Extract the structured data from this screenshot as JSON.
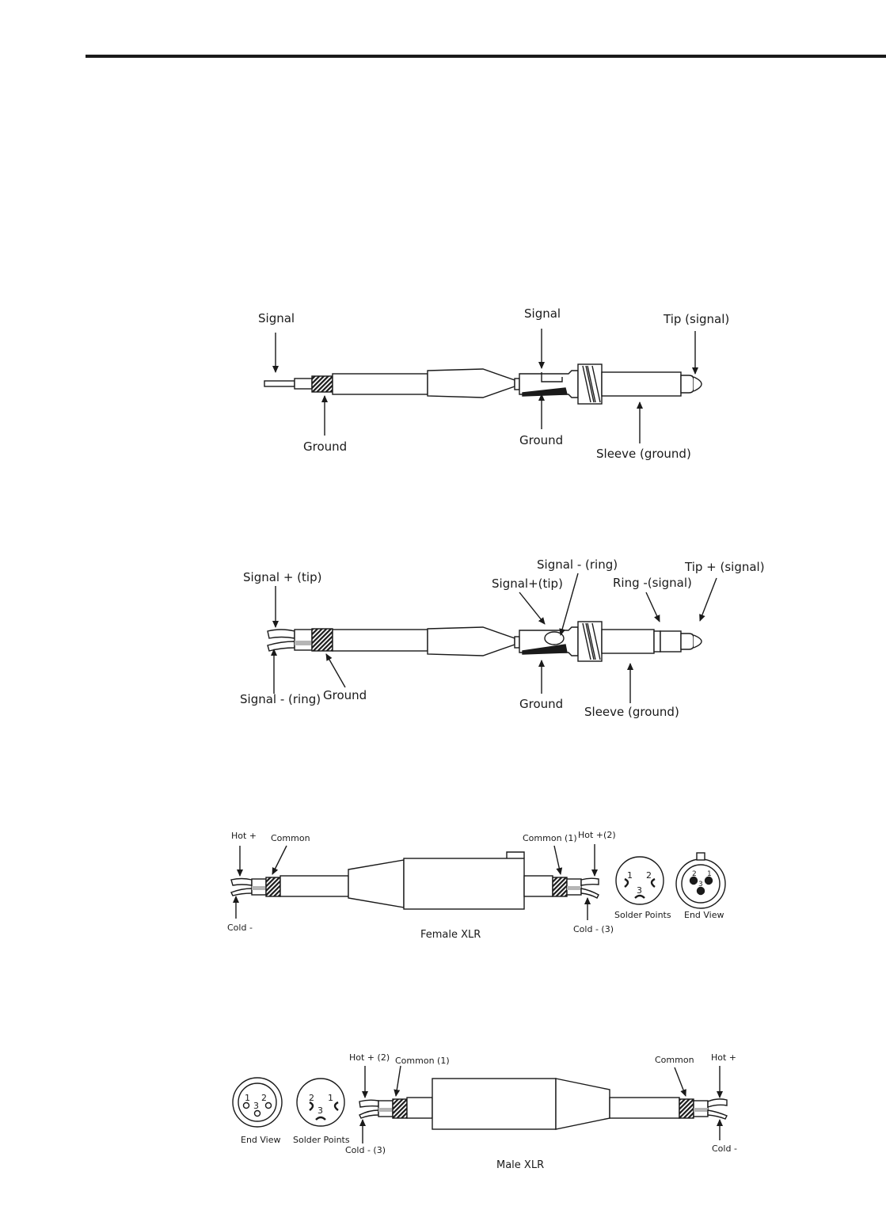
{
  "colors": {
    "ink": "#1a1a1a",
    "paper": "#ffffff"
  },
  "mono_jack": {
    "signal_wire": "Signal",
    "signal_lug": "Signal",
    "tip": "Tip (signal)",
    "ground_braid": "Ground",
    "ground_lug": "Ground",
    "sleeve": "Sleeve (ground)"
  },
  "stereo_jack": {
    "signal_plus_wire": "Signal + (tip)",
    "signal_minus_lug": "Signal - (ring)",
    "signal_plus_lug": "Signal+(tip)",
    "tip": "Tip + (signal)",
    "ring": "Ring -(signal)",
    "signal_minus_wire": "Signal - (ring)",
    "ground_braid": "Ground",
    "ground_lug": "Ground",
    "sleeve": "Sleeve (ground)"
  },
  "female_xlr": {
    "hot_left": "Hot +",
    "common_left": "Common",
    "cold_left": "Cold -",
    "common_right": "Common (1)",
    "hot_right": "Hot +(2)",
    "cold_right": "Cold - (3)",
    "solder_points": "Solder Points",
    "end_view": "End View",
    "caption": "Female XLR",
    "pins": [
      "1",
      "2",
      "3"
    ]
  },
  "male_xlr": {
    "end_view": "End View",
    "solder_points": "Solder Points",
    "hot_left": "Hot + (2)",
    "common_left": "Common (1)",
    "cold_left": "Cold - (3)",
    "common_right": "Common",
    "hot_right": "Hot +",
    "cold_right": "Cold -",
    "caption": "Male XLR",
    "pins": [
      "1",
      "2",
      "3"
    ]
  }
}
